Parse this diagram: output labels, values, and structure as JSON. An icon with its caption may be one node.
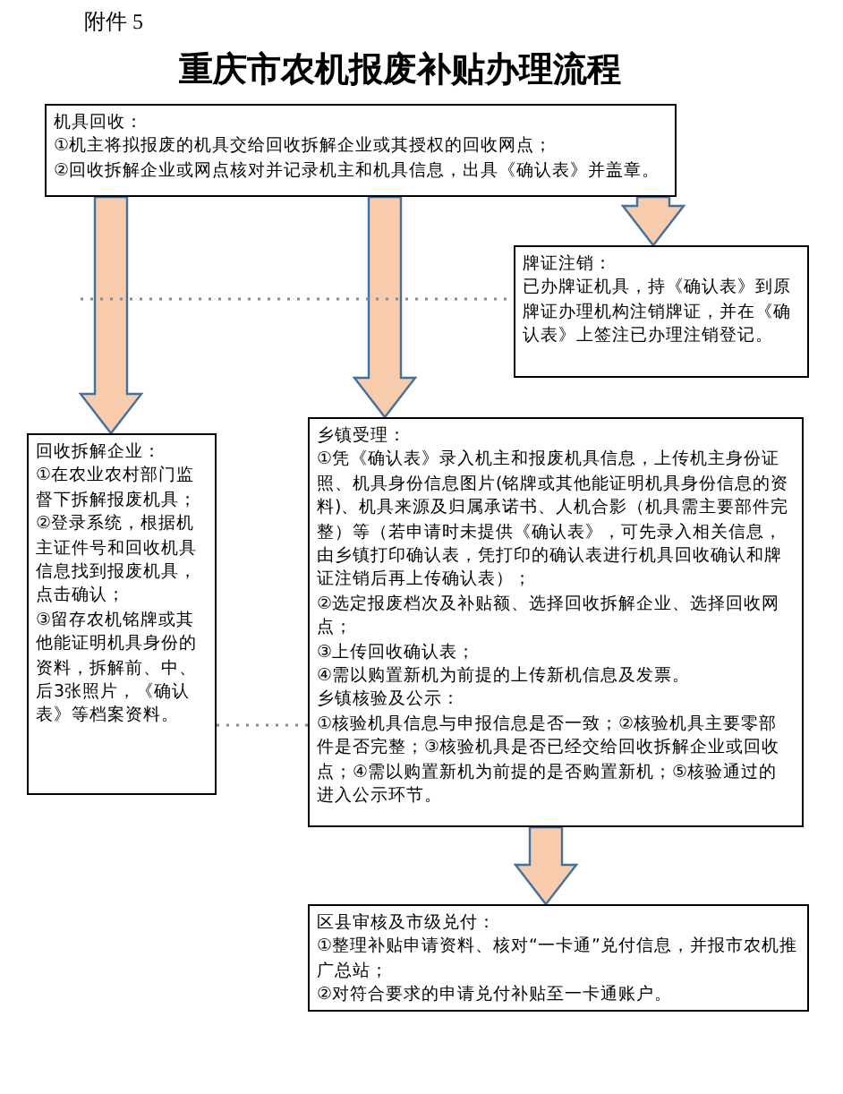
{
  "diagram": {
    "title": "重庆市农机报废补贴办理流程",
    "nodes": [
      {
        "text": [
          "机具回收：",
          "①机主将拟报废的机具交给回收拆解企业或其授权的回收网点；",
          "②回收拆解企业或网点核对并记录机主和机具信息，出具《确认表》并盖章。"
        ]
      },
      {
        "text": [
          "牌证注销：",
          "已办牌证机具，持《确认表》到原牌证办理机构注销牌证，并在《确认表》上签注已办理注销登记。"
        ]
      },
      {
        "text": [
          "回收拆解企业：",
          "①在农业农村部门监督下拆解报废机具；",
          "②登录系统，根据机主证件号和回收机具信息找到报废机具，点击确认；",
          "③留存农机铭牌或其他能证明机具身份的资料，拆解前、中、后3张照片，《确认表》等档案资料。"
        ]
      },
      {
        "text": [
          "乡镇受理：",
          "①凭《确认表》录入机主和报废机具信息，上传机主身份证照、机具身份信息图片(铭牌或其他能证明机具身份信息的资料)、机具来源及归属承诺书、人机合影（机具需主要部件完整）等（若申请时未提供《确认表》，可先录入相关信息，由乡镇打印确认表，凭打印的确认表进行机具回收确认和牌证注销后再上传确认表）；",
          "②选定报废档次及补贴额、选择回收拆解企业、选择回收网点；",
          "③上传回收确认表；",
          "④需以购置新机为前提的上传新机信息及发票。",
          "乡镇核验及公示：",
          "①核验机具信息与申报信息是否一致；②核验机具主要零部件是否完整；③核验机具是否已经交给回收拆解企业或回收点；④需以购置新机为前提的是否购置新机；⑤核验通过的进入公示环节。"
        ]
      },
      {
        "text": [
          "区县审核及市级兑付：",
          "①整理补贴申请资料、核对“一卡通”兑付信息，并报市农机推广总站；",
          "②对符合要求的申请兑付补贴至一卡通账户。"
        ]
      }
    ],
    "edges": [
      {
        "from": 0,
        "to": 2,
        "arrow": "to"
      },
      {
        "from": 0,
        "to": 3,
        "arrow": "to"
      },
      {
        "from": 0,
        "to": 1,
        "arrow": "to"
      },
      {
        "from": 3,
        "to": 4,
        "arrow": "to"
      },
      {
        "from": 2,
        "to": 3,
        "arrow": "none",
        "style": "dashed"
      },
      {
        "from": null,
        "to": 1,
        "arrow": "none",
        "style": "dashed"
      }
    ],
    "labels": [
      "附件 5"
    ]
  }
}
